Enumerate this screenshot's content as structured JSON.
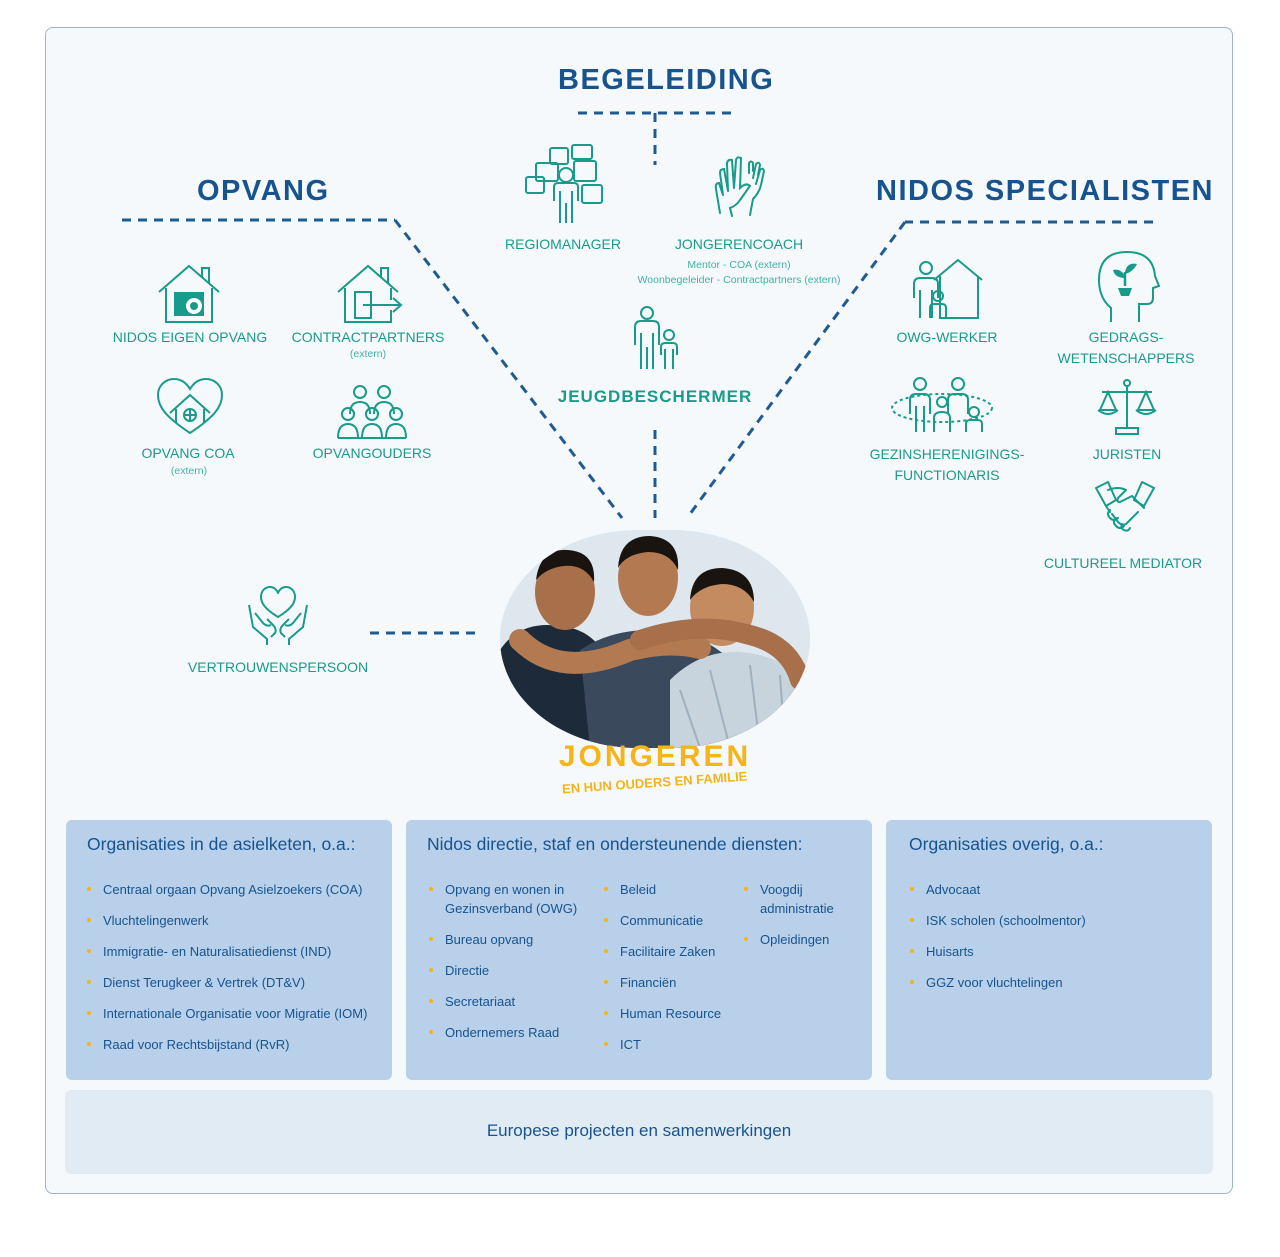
{
  "headings": {
    "begeleiding": "BEGELEIDING",
    "opvang": "OPVANG",
    "specialisten": "NIDOS SPECIALISTEN"
  },
  "begeleiding": {
    "regiomanager": "REGIOMANAGER",
    "jongerencoach": "JONGERENCOACH",
    "jongerencoach_sub1": "Mentor - COA (extern)",
    "jongerencoach_sub2": "Woonbegeleider - Contractpartners (extern)",
    "jeugdbeschermer": "JEUGDBESCHERMER"
  },
  "opvang": {
    "eigen": "NIDOS EIGEN OPVANG",
    "contract": "CONTRACTPARTNERS",
    "contract_sub": "(extern)",
    "coa": "OPVANG COA",
    "coa_sub": "(extern)",
    "ouders": "OPVANGOUDERS"
  },
  "specialisten": {
    "owg": "OWG-WERKER",
    "gedrag1": "GEDRAGS-",
    "gedrag2": "WETENSCHAPPERS",
    "gezin1": "GEZINSHERENIGINGS-",
    "gezin2": "FUNCTIONARIS",
    "juristen": "JURISTEN",
    "mediator": "CULTUREEL MEDIATOR"
  },
  "vertrouwenspersoon": "VERTROUWENSPERSOON",
  "center": {
    "title": "JONGEREN",
    "subtitle": "EN HUN OUDERS EN FAMILIE"
  },
  "boxes": {
    "asielketen": {
      "title": "Organisaties in de asielketen, o.a.:",
      "items": [
        "Centraal orgaan Opvang Asielzoekers (COA)",
        "Vluchtelingenwerk",
        "Immigratie- en Naturalisatiedienst (IND)",
        "Dienst Terugkeer & Vertrek (DT&V)",
        "Internationale Organisatie voor Migratie (IOM)",
        "Raad voor Rechtsbijstand (RvR)"
      ]
    },
    "directie": {
      "title": "Nidos directie, staf en ondersteunende diensten:",
      "col1": [
        "Opvang en wonen in Gezinsverband (OWG)",
        "Bureau opvang",
        "Directie",
        "Secretariaat",
        "Ondernemers Raad"
      ],
      "col2": [
        "Beleid",
        "Communicatie",
        "Facilitaire Zaken",
        "Financiën",
        "Human Resource",
        "ICT"
      ],
      "col3": [
        "Voogdij administratie",
        "Opleidingen"
      ]
    },
    "overig": {
      "title": "Organisaties overig, o.a.:",
      "items": [
        "Advocaat",
        "ISK scholen (schoolmentor)",
        "Huisarts",
        "GGZ voor vluchtelingen"
      ]
    }
  },
  "bottom": "Europese projecten en samenwerkingen",
  "colors": {
    "navy": "#17538f",
    "teal": "#199b8c",
    "yellow": "#f5b41a",
    "box": "#b8d0e9",
    "bottom_box": "#e1ebf4"
  }
}
